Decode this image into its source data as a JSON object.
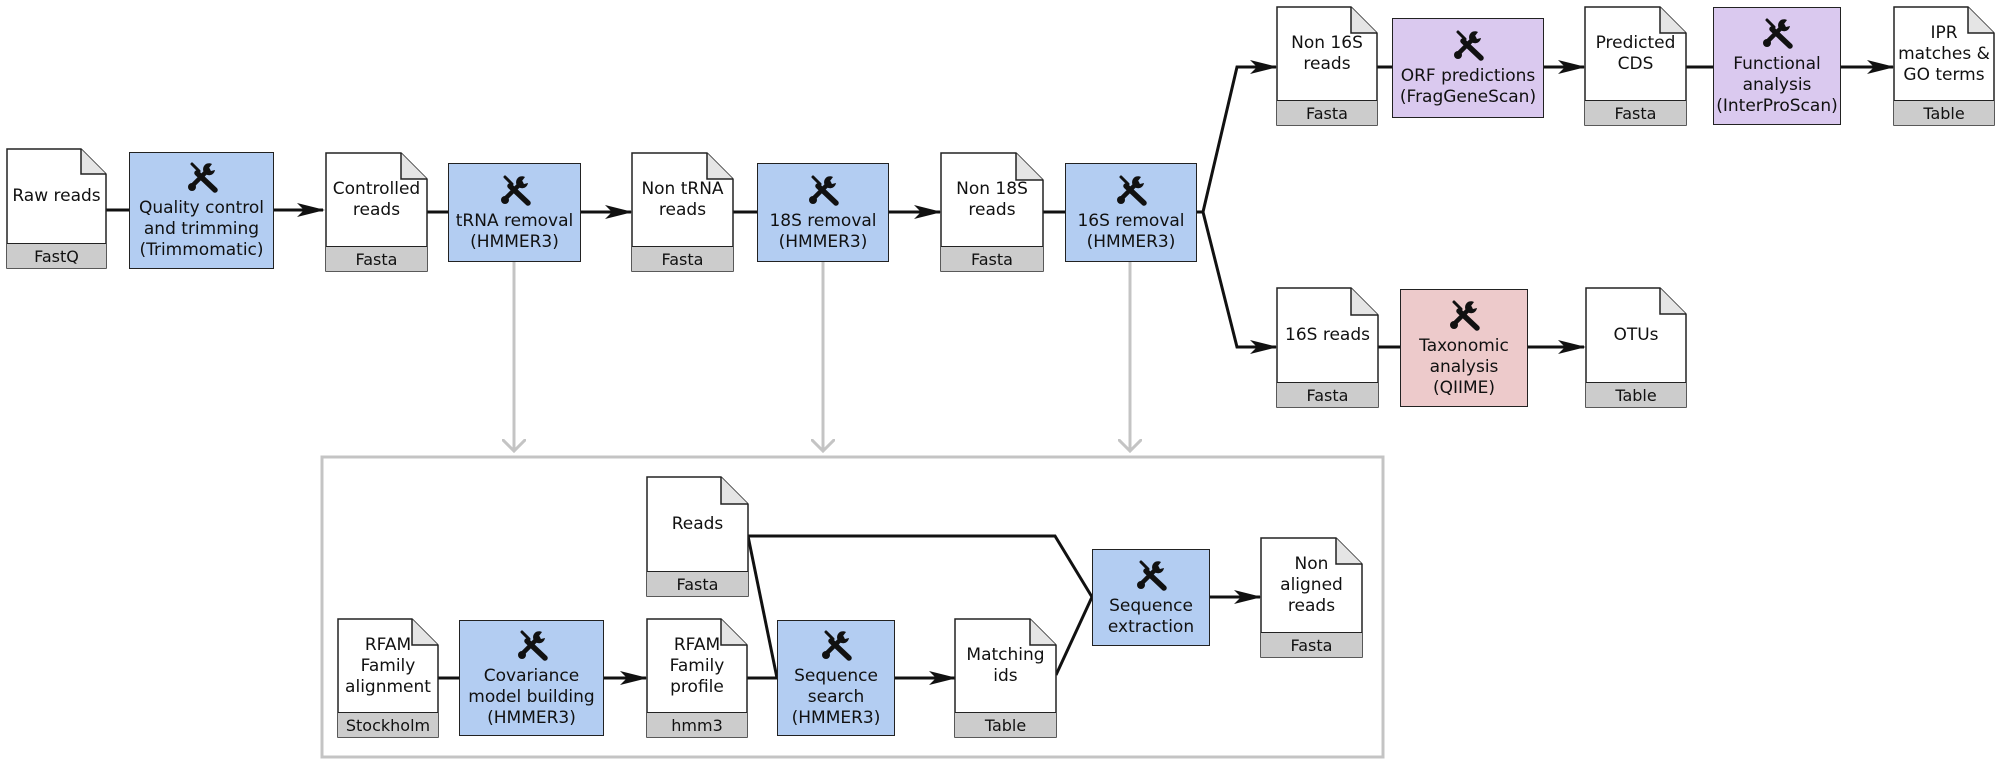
{
  "tools": {
    "quality": "Quality control\nand trimming\n(Trimmomatic)",
    "trna": "tRNA removal\n(HMMER3)",
    "r18s": "18S removal\n(HMMER3)",
    "r16s": "16S removal\n(HMMER3)",
    "orf": "ORF predictions\n(FragGeneScan)",
    "functional": "Functional\nanalysis\n(InterProScan)",
    "taxonomic": "Taxonomic\nanalysis\n(QIIME)",
    "covariance": "Covariance\nmodel building\n(HMMER3)",
    "seqsearch": "Sequence\nsearch\n(HMMER3)",
    "seqextract": "Sequence\nextraction"
  },
  "files": {
    "raw": {
      "label": "Raw reads",
      "format": "FastQ"
    },
    "controlled": {
      "label": "Controlled\nreads",
      "format": "Fasta"
    },
    "non_trna": {
      "label": "Non tRNA\nreads",
      "format": "Fasta"
    },
    "non_18s": {
      "label": "Non 18S\nreads",
      "format": "Fasta"
    },
    "non_16s": {
      "label": "Non 16S\nreads",
      "format": "Fasta"
    },
    "predicted_cds": {
      "label": "Predicted\nCDS",
      "format": "Fasta"
    },
    "ipr": {
      "label": "IPR\nmatches &\nGO terms",
      "format": "Table"
    },
    "reads_16s": {
      "label": "16S reads",
      "format": "Fasta"
    },
    "otus": {
      "label": "OTUs",
      "format": "Table"
    },
    "reads": {
      "label": "Reads",
      "format": "Fasta"
    },
    "rfam_alignment": {
      "label": "RFAM\nFamily\nalignment",
      "format": "Stockholm"
    },
    "rfam_profile": {
      "label": "RFAM\nFamily\nprofile",
      "format": "hmm3"
    },
    "matching_ids": {
      "label": "Matching\nids",
      "format": "Table"
    },
    "non_aligned": {
      "label": "Non\naligned\nreads",
      "format": "Fasta"
    }
  },
  "colors": {
    "tool_blue": "#b3cdf2",
    "tool_purple": "#dac9ef",
    "tool_pink": "#edcacb",
    "format_bar": "#cccccc",
    "subprocess_arrow": "#c4c4c4"
  }
}
